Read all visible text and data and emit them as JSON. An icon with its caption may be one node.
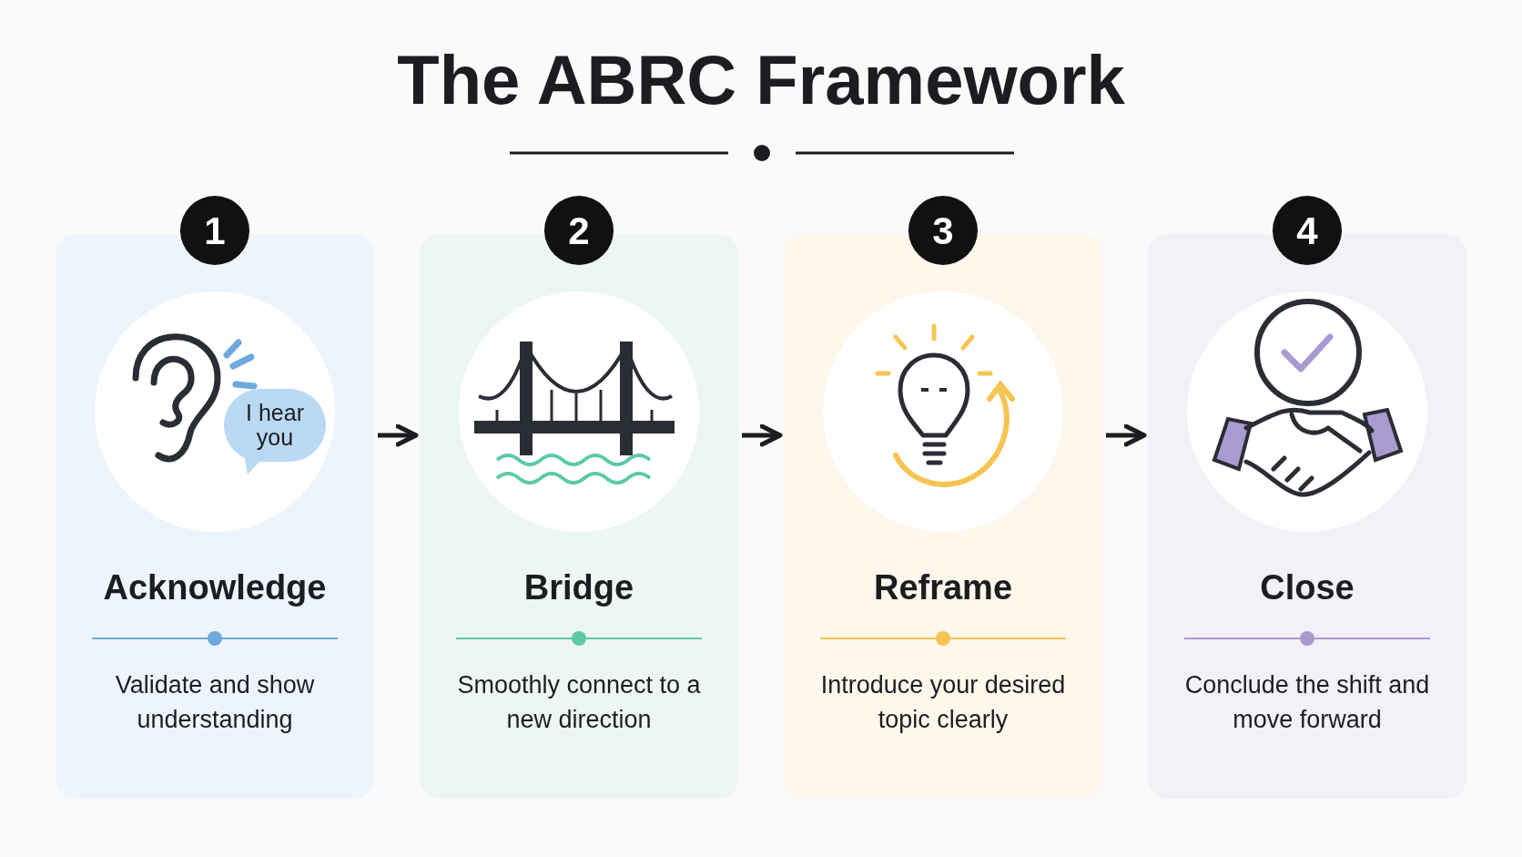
{
  "diagram": {
    "title": "The ABRC Framework",
    "nodes": [
      {
        "text": [
          "Acknowledge",
          "Validate and show understanding"
        ],
        "beside": [
          "1"
        ]
      },
      {
        "text": [
          "I hear you"
        ],
        "in": 0
      },
      {
        "text": [
          "Bridge",
          "Smoothly connect to a new direction"
        ],
        "beside": [
          "2"
        ]
      },
      {
        "text": [
          "Reframe",
          "Introduce your desired topic clearly"
        ],
        "beside": [
          "3"
        ]
      },
      {
        "text": [
          "Close",
          "Conclude the shift and move forward"
        ],
        "beside": [
          "4"
        ]
      }
    ],
    "edges": [
      {
        "from": 0,
        "to": 2,
        "arrow": "to"
      },
      {
        "from": 2,
        "to": 3,
        "arrow": "to"
      },
      {
        "from": 3,
        "to": 4,
        "arrow": "to"
      }
    ]
  }
}
